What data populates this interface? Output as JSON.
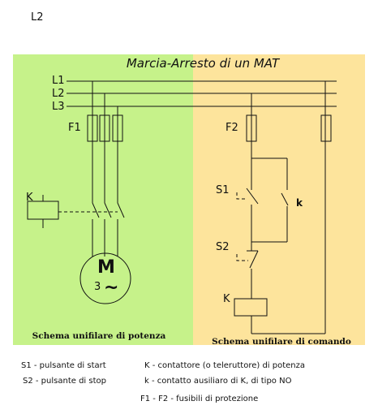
{
  "corner_label": "L2",
  "title": "Marcia-Arresto di un MAT",
  "lines": [
    "L1",
    "L2",
    "L3"
  ],
  "labels": {
    "f1": "F1",
    "f2": "F2",
    "k_power": "K",
    "s1": "S1",
    "s2": "S2",
    "k_coil": "K",
    "k_aux": "k",
    "motor_letter": "M",
    "motor_phase": "3",
    "motor_tilde": "~"
  },
  "sections": {
    "power": "Schema unifilare di potenza",
    "command": "Schema unifilare di comando"
  },
  "colors": {
    "power_bg": "#c6f28a",
    "command_bg": "#fde49c",
    "ink": "#111111"
  },
  "legend": {
    "s1": "S1 - pulsante di start",
    "s2": "S2 - pulsante di stop",
    "k": "K - contattore (o teleruttore) di potenza",
    "k_aux": "k - contatto ausiliaro di K, di tipo NO",
    "fuses": "F1 - F2 - fusibili di protezione"
  }
}
